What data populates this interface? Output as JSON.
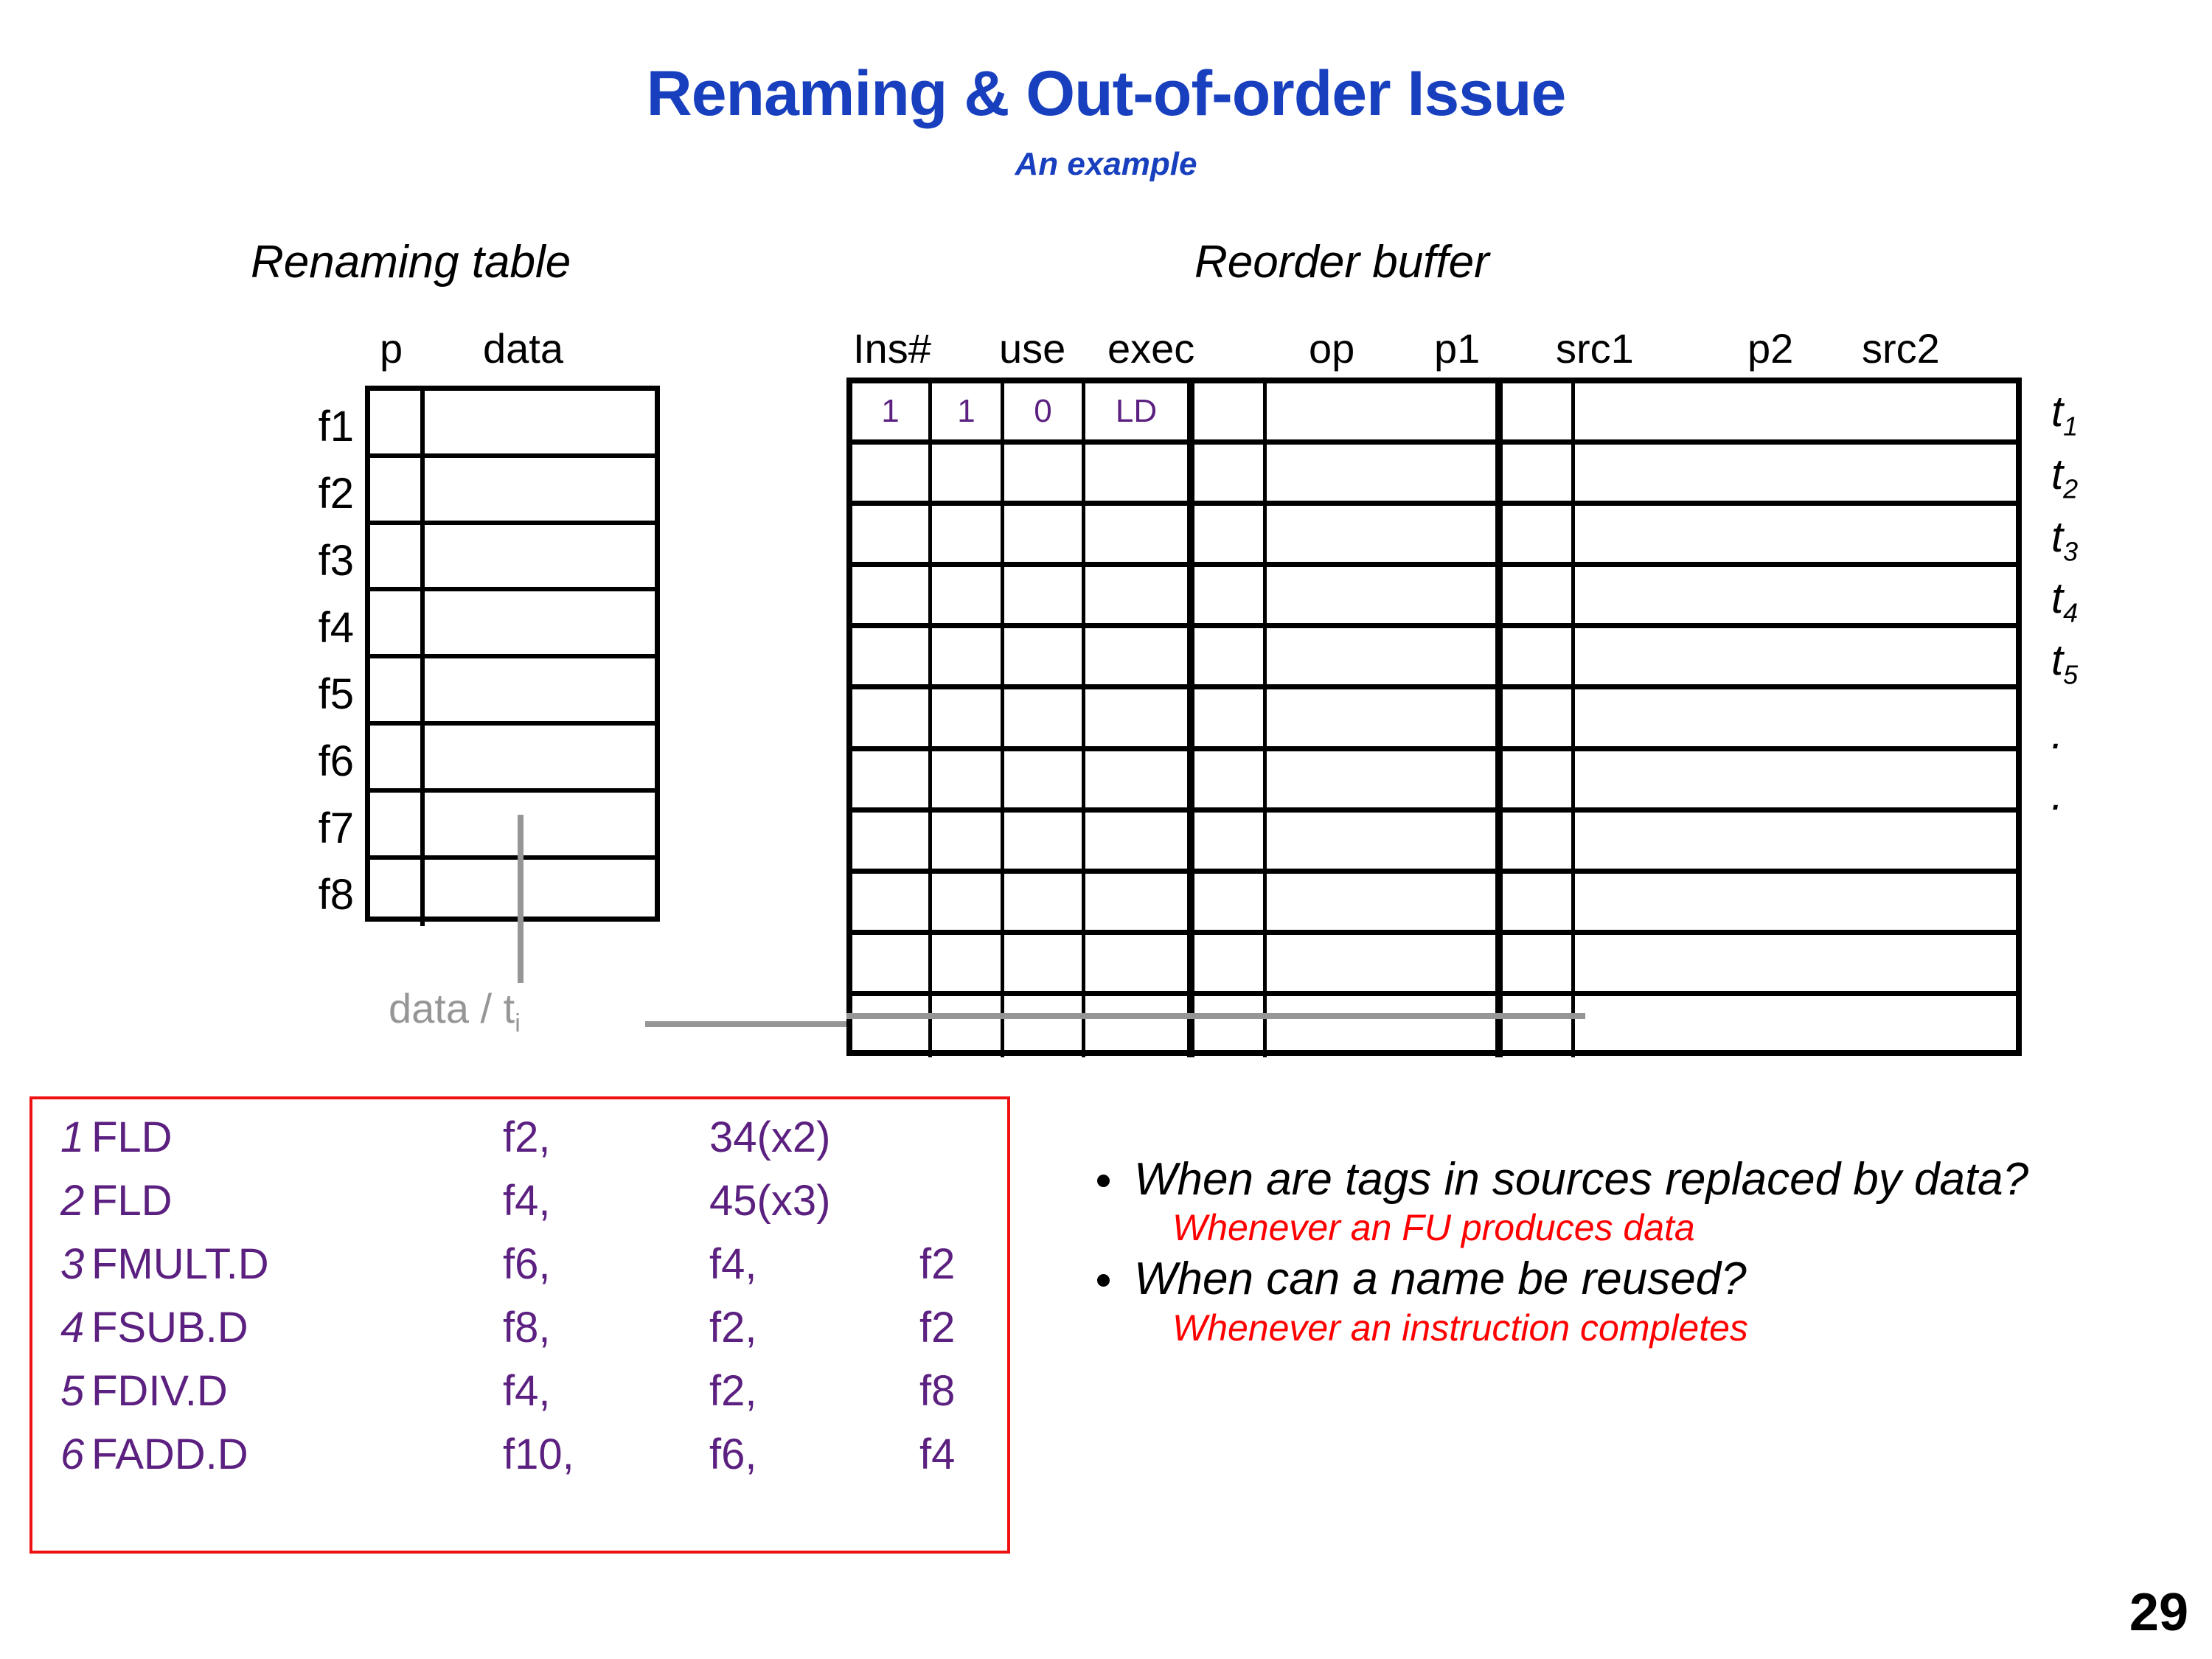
{
  "slide": {
    "title": "Renaming & Out-of-order Issue",
    "subtitle": "An example",
    "page_number": "29",
    "accent_color": "#1840BE",
    "instruction_color": "#5B2080",
    "answer_color": "#FF0000",
    "annotation_color": "#969696"
  },
  "renaming_table": {
    "heading": "Renaming table",
    "columns": [
      "p",
      "data"
    ],
    "row_labels": [
      "f1",
      "f2",
      "f3",
      "f4",
      "f5",
      "f6",
      "f7",
      "f8"
    ],
    "rows": [
      {
        "p": "",
        "data": ""
      },
      {
        "p": "",
        "data": ""
      },
      {
        "p": "",
        "data": ""
      },
      {
        "p": "",
        "data": ""
      },
      {
        "p": "",
        "data": ""
      },
      {
        "p": "",
        "data": ""
      },
      {
        "p": "",
        "data": ""
      },
      {
        "p": "",
        "data": ""
      }
    ],
    "annotation": "data / t",
    "annotation_sub": "i"
  },
  "reorder_buffer": {
    "heading": "Reorder buffer",
    "columns": [
      "Ins#",
      "use",
      "exec",
      "op",
      "p1",
      "src1",
      "p2",
      "src2"
    ],
    "rows": [
      {
        "ins": "1",
        "use": "1",
        "exec": "0",
        "op": "LD",
        "p1": "",
        "src1": "",
        "p2": "",
        "src2": ""
      },
      {
        "ins": "",
        "use": "",
        "exec": "",
        "op": "",
        "p1": "",
        "src1": "",
        "p2": "",
        "src2": ""
      },
      {
        "ins": "",
        "use": "",
        "exec": "",
        "op": "",
        "p1": "",
        "src1": "",
        "p2": "",
        "src2": ""
      },
      {
        "ins": "",
        "use": "",
        "exec": "",
        "op": "",
        "p1": "",
        "src1": "",
        "p2": "",
        "src2": ""
      },
      {
        "ins": "",
        "use": "",
        "exec": "",
        "op": "",
        "p1": "",
        "src1": "",
        "p2": "",
        "src2": ""
      },
      {
        "ins": "",
        "use": "",
        "exec": "",
        "op": "",
        "p1": "",
        "src1": "",
        "p2": "",
        "src2": ""
      },
      {
        "ins": "",
        "use": "",
        "exec": "",
        "op": "",
        "p1": "",
        "src1": "",
        "p2": "",
        "src2": ""
      },
      {
        "ins": "",
        "use": "",
        "exec": "",
        "op": "",
        "p1": "",
        "src1": "",
        "p2": "",
        "src2": ""
      },
      {
        "ins": "",
        "use": "",
        "exec": "",
        "op": "",
        "p1": "",
        "src1": "",
        "p2": "",
        "src2": ""
      },
      {
        "ins": "",
        "use": "",
        "exec": "",
        "op": "",
        "p1": "",
        "src1": "",
        "p2": "",
        "src2": ""
      },
      {
        "ins": "",
        "use": "",
        "exec": "",
        "op": "",
        "p1": "",
        "src1": "",
        "p2": "",
        "src2": ""
      }
    ],
    "tag_labels": [
      {
        "base": "t",
        "sub": "1"
      },
      {
        "base": "t",
        "sub": "2"
      },
      {
        "base": "t",
        "sub": "3"
      },
      {
        "base": "t",
        "sub": "4"
      },
      {
        "base": "t",
        "sub": "5"
      },
      {
        "base": ".",
        "sub": ""
      },
      {
        "base": ".",
        "sub": ""
      }
    ]
  },
  "instructions": [
    {
      "num": "1",
      "op": "FLD",
      "arg1": "f2,",
      "arg2": "34(x2)",
      "arg3": ""
    },
    {
      "num": "2",
      "op": "FLD",
      "arg1": "f4,",
      "arg2": "45(x3)",
      "arg3": ""
    },
    {
      "num": "3",
      "op": "FMULT.D",
      "arg1": "f6,",
      "arg2": "f4,",
      "arg3": "f2"
    },
    {
      "num": "4",
      "op": "FSUB.D",
      "arg1": "f8,",
      "arg2": "f2,",
      "arg3": "f2"
    },
    {
      "num": "5",
      "op": "FDIV.D",
      "arg1": "f4,",
      "arg2": "f2,",
      "arg3": "f8"
    },
    {
      "num": "6",
      "op": "FADD.D",
      "arg1": "f10,",
      "arg2": "f6,",
      "arg3": "f4"
    }
  ],
  "bullets": [
    {
      "question": "When are tags in sources replaced by data?",
      "answer": "Whenever an FU produces data"
    },
    {
      "question": "When can a name be reused?",
      "answer": "Whenever an instruction completes"
    }
  ]
}
